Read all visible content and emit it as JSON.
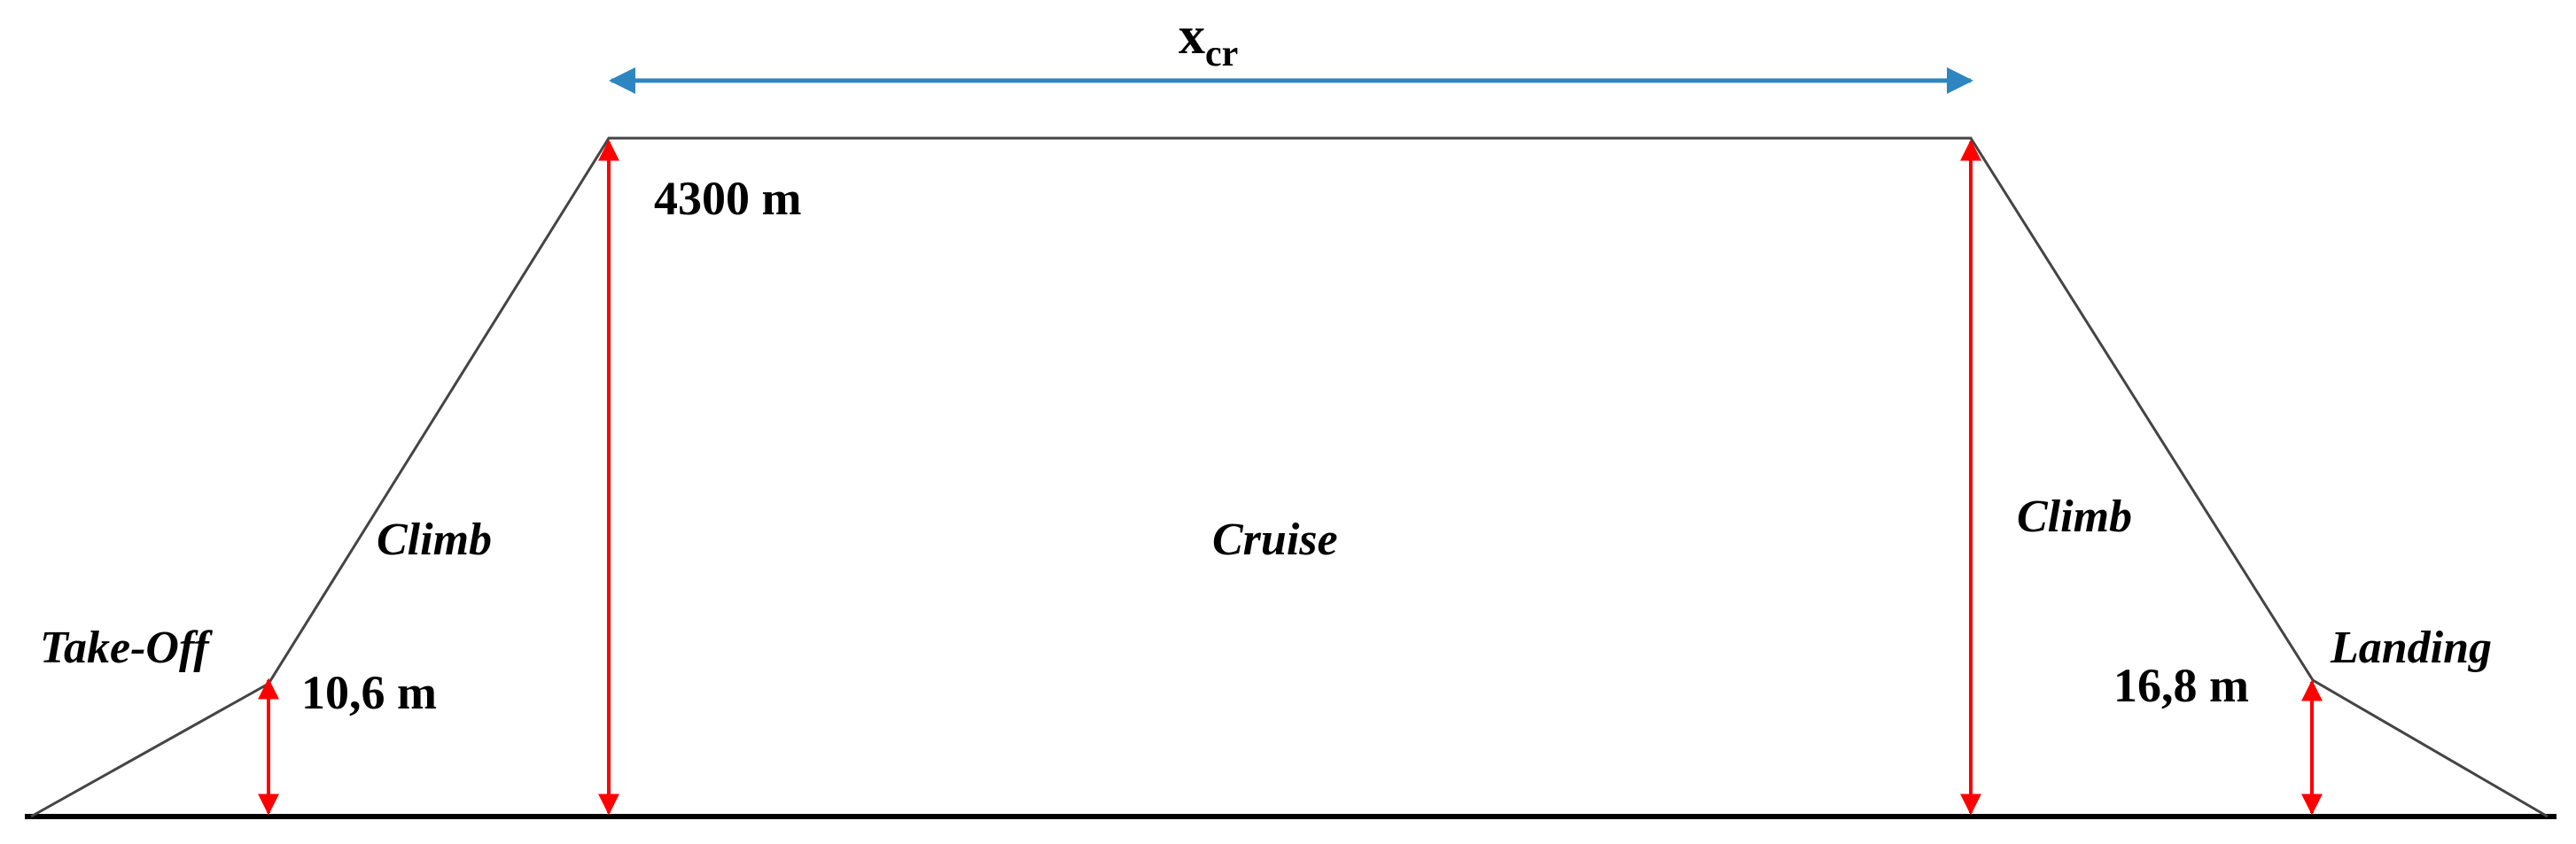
{
  "diagram": {
    "span_label": {
      "main": "x",
      "subscript": "cr"
    },
    "phases": {
      "takeoff": "Take-Off",
      "climb_left": "Climb",
      "cruise": "Cruise",
      "climb_right": "Climb",
      "landing": "Landing"
    },
    "altitudes": {
      "takeoff": "10,6 m",
      "cruise": "4300 m",
      "landing": "16,8 m"
    },
    "colors": {
      "profile": "#444444",
      "ground": "#000000",
      "altitude_arrows": "#ff0000",
      "span_arrow": "#2e86c1"
    }
  }
}
